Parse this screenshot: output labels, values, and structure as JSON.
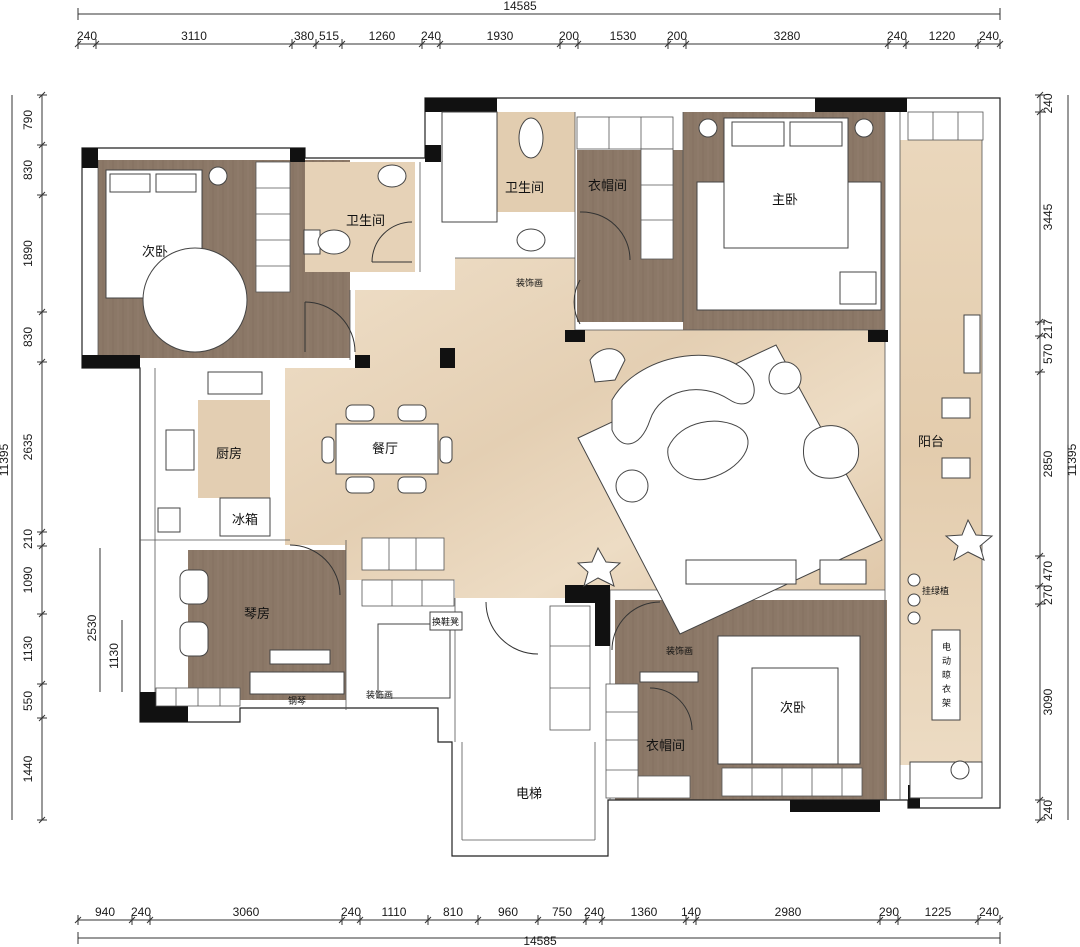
{
  "dimensions": {
    "total_top": "14585",
    "total_bottom": "14585",
    "total_left": "11395",
    "total_right": "11395",
    "top": [
      "240",
      "3110",
      "380",
      "515",
      "1260",
      "240",
      "1930",
      "200",
      "1530",
      "200",
      "3280",
      "240",
      "1220",
      "240"
    ],
    "bottom": [
      "940",
      "240",
      "3060",
      "240",
      "1110",
      "810",
      "960",
      "750",
      "240",
      "1360",
      "140",
      "2980",
      "290",
      "1225",
      "240"
    ],
    "left": [
      "790",
      "830",
      "1890",
      "830",
      "2635",
      "210",
      "1090",
      "1130",
      "550",
      "1440"
    ],
    "left_inner": [
      "2530",
      "1130"
    ],
    "right": [
      "240",
      "3445",
      "217",
      "570",
      "2850",
      "470",
      "270",
      "3090",
      "240"
    ]
  },
  "rooms": {
    "secondary_bedroom_nw": "次卧",
    "bathroom_small": "卫生间",
    "bathroom_top": "卫生间",
    "walk_in_closet_top": "衣帽间",
    "master_bedroom": "主卧",
    "dining": "餐厅",
    "kitchen": "厨房",
    "fridge": "冰箱",
    "balcony": "阳台",
    "piano_room": "琴房",
    "piano": "钢琴",
    "secondary_bedroom_se": "次卧",
    "walk_in_closet_bottom": "衣帽间",
    "elevator": "电梯"
  },
  "labels": {
    "decor_painting_1": "装饰画",
    "decor_painting_2": "装饰画",
    "decor_painting_3": "装饰画",
    "shoe_bench": "换鞋凳",
    "hanging_plant": "挂绿植",
    "electric_rack": [
      "电",
      "动",
      "晾",
      "衣",
      "架"
    ]
  },
  "colors": {
    "marble": "#e9d6bd",
    "wood": "#8a7766",
    "wall": "#111111",
    "balcony": "#e8d3b6"
  }
}
